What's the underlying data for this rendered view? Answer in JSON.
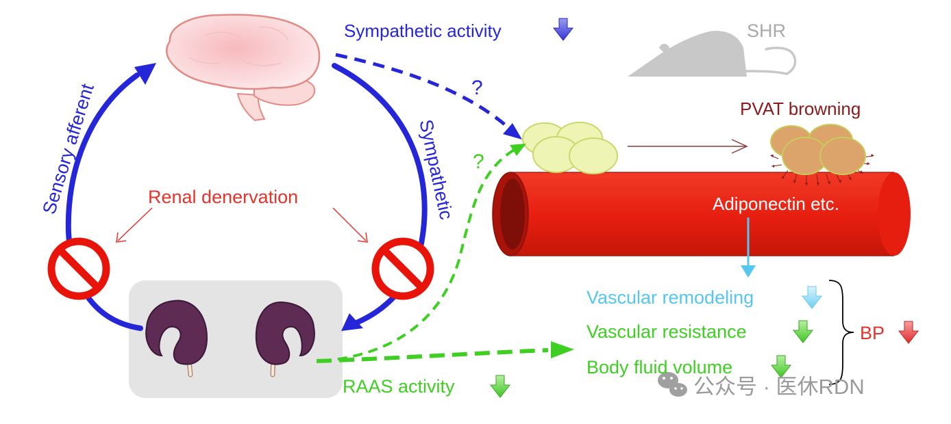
{
  "labels": {
    "sympathetic_activity": "Sympathetic activity",
    "shr": "SHR",
    "sensory_afferent": "Sensory afferent",
    "sympathetic": "Sympathetic",
    "renal_denervation": "Renal denervation",
    "question_blue": "?",
    "question_green": "?",
    "pvat_browning": "PVAT browning",
    "adiponectin": "Adiponectin etc.",
    "vascular_remodeling": "Vascular remodeling",
    "vascular_resistance": "Vascular resistance",
    "body_fluid_volume": "Body fluid volume",
    "bp": "BP",
    "raas_activity": "RAAS activity",
    "watermark": "公众号 · 医休RDN"
  },
  "colors": {
    "efferent_blue": "#2626d9",
    "raas_green": "#3fcf23",
    "denervation_red": "#e8322a",
    "browning_dark_red": "#8b1a1a",
    "vascular_cyan": "#55c6ee",
    "vessel_red": "#e61e0f",
    "kidney_purple": "#5e2b55",
    "adipocyte_yellow": "#eef5b4",
    "brown_adipocyte": "#d9a86a"
  },
  "icons": {
    "brain": "brain-icon",
    "rat": "rat-icon",
    "kidney": "kidney-icon",
    "prohibition": "prohibition-icon",
    "down_arrow": "down-arrow-icon",
    "wechat": "wechat-icon"
  }
}
